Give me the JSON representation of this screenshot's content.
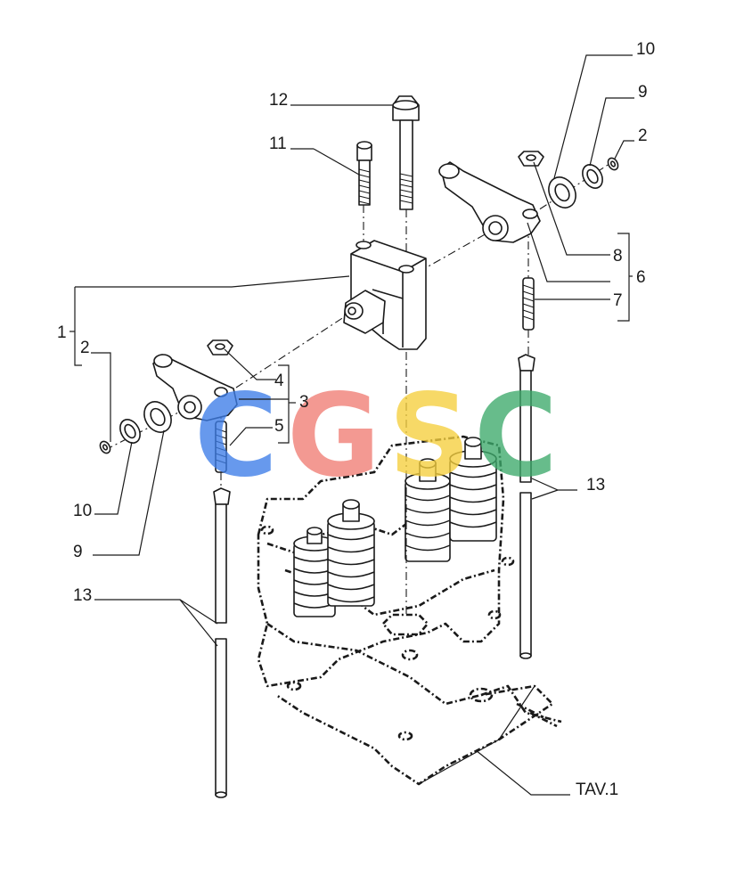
{
  "labels": {
    "l1": "1",
    "l2a": "2",
    "l2b": "2",
    "l3": "3",
    "l4": "4",
    "l5": "5",
    "l6": "6",
    "l7": "7",
    "l8": "8",
    "l9a": "9",
    "l9b": "9",
    "l10a": "10",
    "l10b": "10",
    "l11": "11",
    "l12": "12",
    "l13a": "13",
    "l13b": "13",
    "tav": "TAV.1"
  },
  "watermark": {
    "c1": "C",
    "g": "G",
    "s": "S",
    "c2": "C",
    "colors": [
      "#3d7de8",
      "#f07d74",
      "#f5cf3d",
      "#3daa6b"
    ]
  }
}
